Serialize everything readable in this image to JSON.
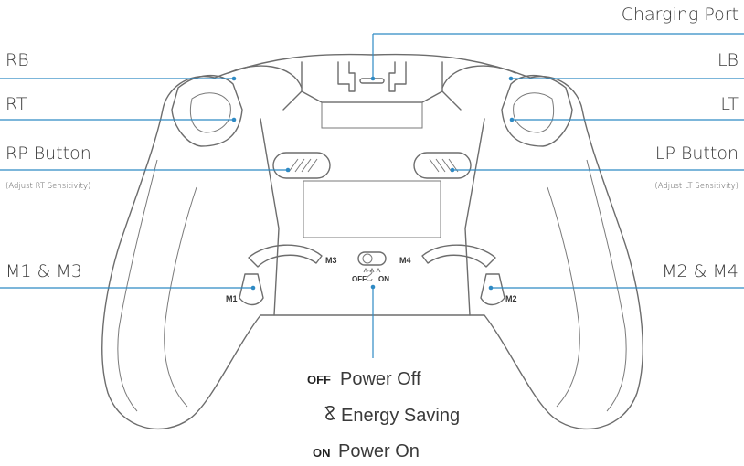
{
  "labels": {
    "charging_port": "Charging Port",
    "rb": "RB",
    "lb": "LB",
    "rt": "RT",
    "lt": "LT",
    "rp_button": "RP Button",
    "rp_note": "(Adjust RT Sensitivity)",
    "lp_button": "LP Button",
    "lp_note": "(Adjust LT Sensitivity)",
    "m1_m3": "M1 & M3",
    "m2_m4": "M2 & M4"
  },
  "body_tags": {
    "m1": "M1",
    "m2": "M2",
    "m3": "M3",
    "m4": "M4",
    "switch_off": "OFF",
    "switch_on": "ON"
  },
  "legend": [
    {
      "key": "OFF",
      "text": "Power Off",
      "icon": "energy-saving-icon"
    },
    {
      "key": "",
      "text": "Energy Saving",
      "icon": "energy-saving-icon"
    },
    {
      "key": "ON",
      "text": "Power On",
      "icon": ""
    }
  ],
  "colors": {
    "callout": "#2f8ac4",
    "outline": "#6d6d6d"
  }
}
